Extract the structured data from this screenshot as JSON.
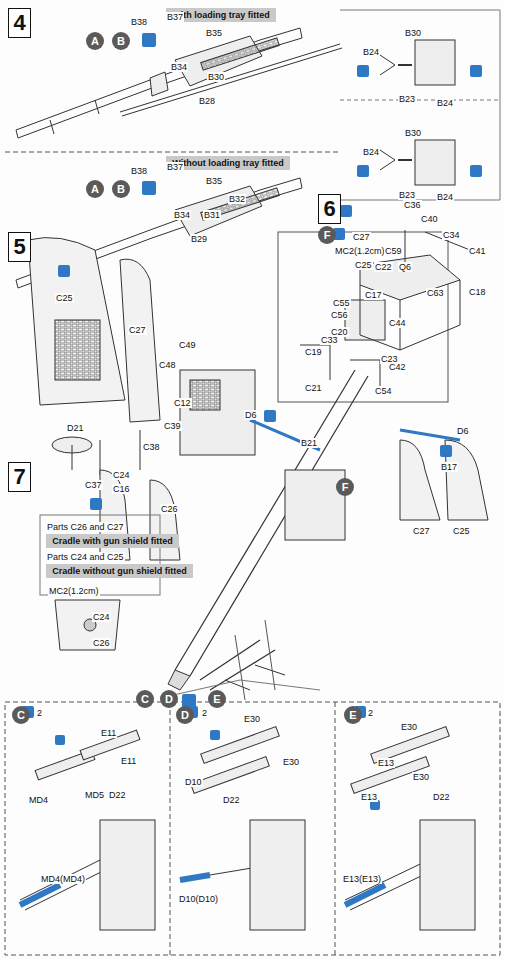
{
  "diagram": {
    "nodes": [
      {
        "text": [
          "4"
        ]
      },
      {
        "text": [
          "With loading tray fitted"
        ]
      },
      {
        "text": [
          "A"
        ]
      },
      {
        "text": [
          "B"
        ]
      },
      {
        "text": [
          "Without loading tray fitted"
        ]
      },
      {
        "text": [
          "A"
        ]
      },
      {
        "text": [
          "B"
        ]
      },
      {
        "text": [
          "5"
        ]
      },
      {
        "text": [
          "6"
        ]
      },
      {
        "text": [
          "F"
        ]
      },
      {
        "text": [
          "7"
        ]
      },
      {
        "text": [
          "F"
        ]
      },
      {
        "text": [
          "Cradle with gun shield fitted"
        ]
      },
      {
        "text": [
          "Cradle without gun shield fitted"
        ]
      },
      {
        "text": [
          "C"
        ]
      },
      {
        "text": [
          "D"
        ]
      },
      {
        "text": [
          "E"
        ]
      },
      {
        "text": [
          "C"
        ]
      },
      {
        "text": [
          "D"
        ]
      },
      {
        "text": [
          "E"
        ]
      }
    ],
    "labels": [
      "B38",
      "B37",
      "B35",
      "B30",
      "B34",
      "B28",
      "B24",
      "B30",
      "B23",
      "B24",
      "B24",
      "B30",
      "B23",
      "B24",
      "B38",
      "B37",
      "B35",
      "B34",
      "B31",
      "B32",
      "B29",
      "C27",
      "MC2(1.2cm)",
      "C25",
      "Q6",
      "C63",
      "C25",
      "C27",
      "C49",
      "C48",
      "C56",
      "C20",
      "C44",
      "C19",
      "C42",
      "C21",
      "C54",
      "C12",
      "C39",
      "D21",
      "C38",
      "C37",
      "C16",
      "C36",
      "C40",
      "C34",
      "C41",
      "C59",
      "C22",
      "C17",
      "C55",
      "C18",
      "C33",
      "C23",
      "D6",
      "B21",
      "D6",
      "B17",
      "C24",
      "C26",
      "C27",
      "C25",
      "Parts C26 and C27",
      "Parts C24 and C25",
      "MC2(1.2cm)",
      "C24",
      "C26",
      "2",
      "E11",
      "E11",
      "MD5",
      "D22",
      "MD4",
      "MD4(MD4)",
      "2",
      "E30",
      "D10",
      "E30",
      "D22",
      "D10(D10)",
      "2",
      "E30",
      "E13",
      "E30",
      "E13",
      "D22",
      "E13(E13)"
    ]
  }
}
